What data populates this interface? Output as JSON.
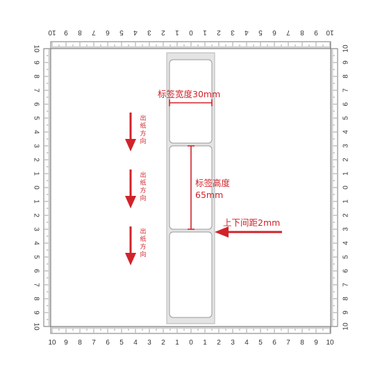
{
  "rulers": {
    "top_numbers": [
      "10",
      "9",
      "8",
      "7",
      "6",
      "5",
      "4",
      "3",
      "2",
      "1",
      "0",
      "1",
      "2",
      "3",
      "4",
      "5",
      "6",
      "7",
      "8",
      "9",
      "10"
    ],
    "bottom_numbers": [
      "10",
      "9",
      "8",
      "7",
      "6",
      "5",
      "4",
      "3",
      "2",
      "1",
      "0",
      "1",
      "2",
      "3",
      "4",
      "5",
      "6",
      "7",
      "8",
      "9",
      "10"
    ],
    "left_numbers": [
      "10",
      "9",
      "8",
      "7",
      "6",
      "5",
      "4",
      "3",
      "2",
      "1",
      "0",
      "1",
      "2",
      "3",
      "4",
      "5",
      "6",
      "7",
      "8",
      "9",
      "10"
    ],
    "right_numbers": [
      "10",
      "9",
      "8",
      "7",
      "6",
      "5",
      "4",
      "3",
      "2",
      "1",
      "0",
      "1",
      "2",
      "3",
      "4",
      "5",
      "6",
      "7",
      "8",
      "9",
      "10"
    ]
  },
  "annotations": {
    "width_label": "标签宽度30mm",
    "height_label_line1": "标签高度",
    "height_label_line2": "65mm",
    "gap_label": "上下间距2mm",
    "feed_direction_chars": [
      "出",
      "纸",
      "方",
      "向"
    ]
  },
  "colors": {
    "accent_red": "#d1232a",
    "liner_gray": "#e4e4e4",
    "label_border": "#9a9a9a",
    "ruler_line": "#666666"
  }
}
